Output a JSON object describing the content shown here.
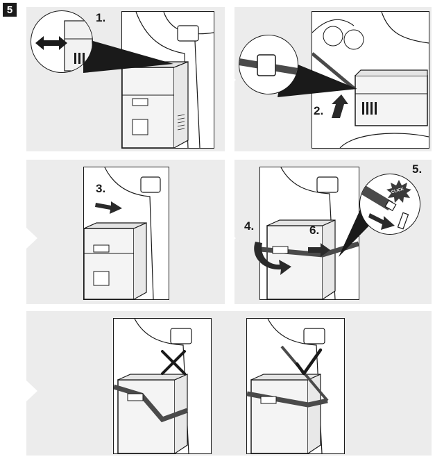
{
  "figure": {
    "step_badge": "5",
    "steps": {
      "s1": "1.",
      "s2": "2.",
      "s3": "3.",
      "s4": "4.",
      "s5": "5.",
      "s6": "6."
    },
    "click_label": "CLICK"
  },
  "colors": {
    "panel_bg": "#ececec",
    "line": "#1a1a1a",
    "strap": "#4a4a4a",
    "arrow": "#2a2a2a"
  }
}
